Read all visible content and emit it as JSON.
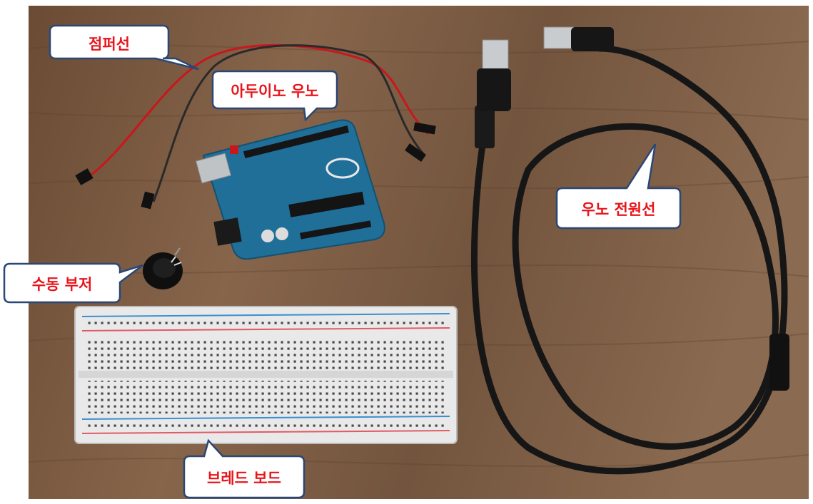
{
  "labels": {
    "jumper": "점퍼선",
    "uno": "아두이노 우노",
    "usb": "우노 전원선",
    "buzzer": "수동 부저",
    "breadboard": "브레드 보드"
  },
  "colors": {
    "callout_text": "#e8151b",
    "callout_border": "#2a4775",
    "wood": "#7a5a42",
    "board": "#1f6f99",
    "breadboard": "#e9e9e9"
  }
}
